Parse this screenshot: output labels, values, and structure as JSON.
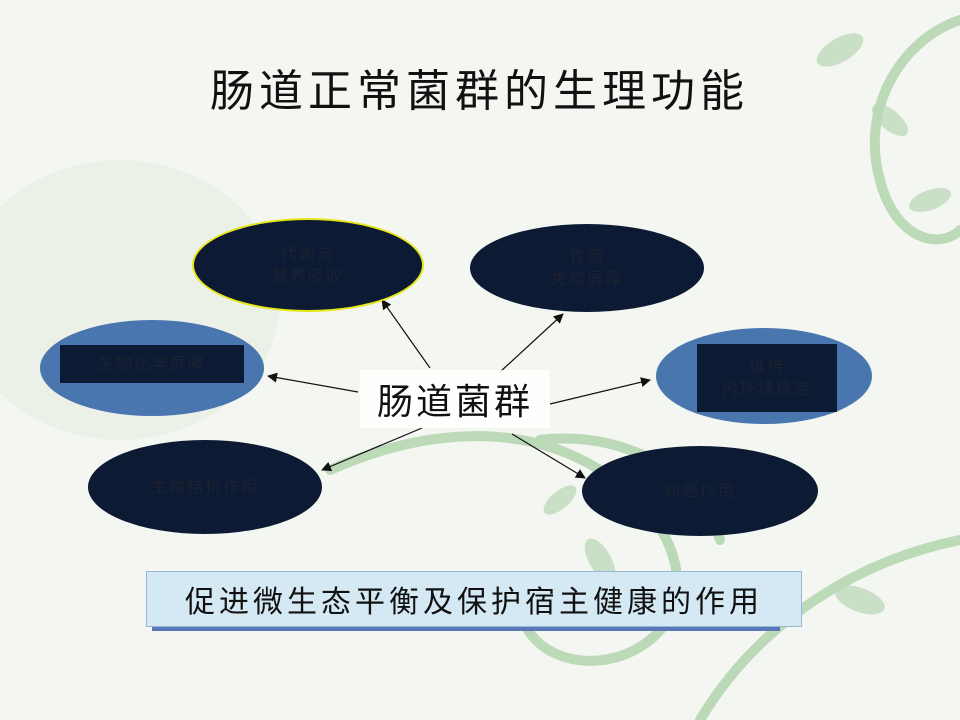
{
  "title": "肠道正常菌群的生理功能",
  "center": "肠道菌群",
  "nodes": {
    "metabolism": "代谢与\n营养吸收",
    "immune": "胃肠\n免疫屏障",
    "biochem": "生物化学屏障",
    "homeostasis": "维持\n内环境稳定",
    "antagonism": "生物拮抗作用",
    "anticancer": "抑癌作用"
  },
  "summary": "促进微生态平衡及保护宿主健康的作用",
  "colors": {
    "node_dark": "#0d1a33",
    "node_blue": "#4a76b0",
    "highlight_border": "#e6e61a",
    "summary_bg": "#d4e9f4",
    "summary_shadow": "#5a78b8",
    "decor_green": "#8fb98a"
  }
}
